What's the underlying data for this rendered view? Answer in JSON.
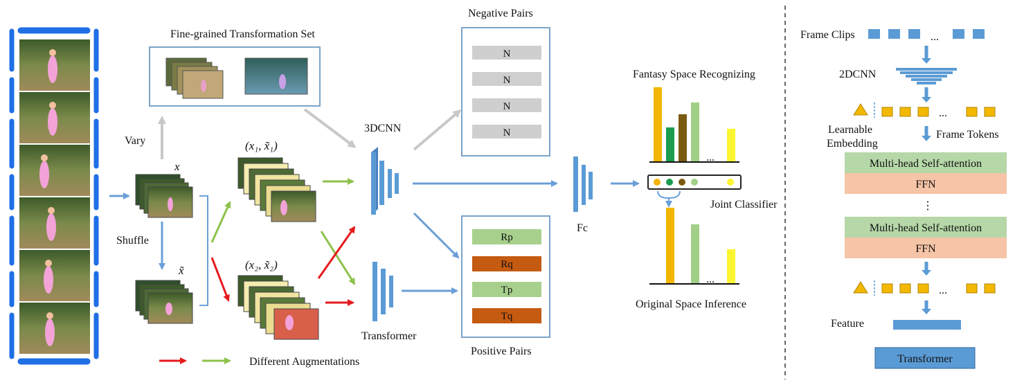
{
  "left": {
    "fine_grained_title": "Fine-grained Transformation Set",
    "vary_label": "Vary",
    "shuffle_label": "Shuffle",
    "x_label": "x",
    "x_tilde_label": "x̃",
    "pair1_label": "(x₁, x̃₁)",
    "pair2_label": "(x₂, x̃₂)",
    "legend_label": "Different Augmentations",
    "cnn3d_label": "3DCNN",
    "transformer_label": "Transformer",
    "negative_title": "Negative Pairs",
    "negative_items": [
      "N",
      "N",
      "N",
      "N"
    ],
    "positive_title": "Positive Pairs",
    "positive_items": [
      "Rp",
      "Rq",
      "Tp",
      "Tq"
    ],
    "fc_label": "Fc",
    "fantasy_title": "Fantasy Space Recognizing",
    "original_title": "Original Space Inference",
    "joint_label": "Joint Classifier",
    "ellipsis": "..."
  },
  "right": {
    "frame_clips_label": "Frame Clips",
    "cnn2d_label": "2DCNN",
    "learnable_label_1": "Learnable",
    "learnable_label_2": "Embedding",
    "frame_tokens_label": "Frame Tokens",
    "mhsa_label": "Multi-head Self-attention",
    "ffn_label": "FFN",
    "vdots": "⋮",
    "feature_label": "Feature",
    "transformer_caption": "Transformer",
    "ellipsis": "..."
  },
  "colors": {
    "blue_arrow": "#6a9fd8",
    "red_arrow": "#e5191c",
    "green_arrow": "#8cc24a",
    "gray_arrow": "#c8c8c8",
    "bar_orange": "#f2b600",
    "bar_green": "#1b9c4f",
    "bar_brown": "#7b5a10",
    "bar_lightgreen": "#a2cf87",
    "bar_yellow": "#fbf531",
    "pair_green": "#a8d08d",
    "pair_orange": "#c55a11",
    "attn_green": "#b6d7a8",
    "ffn_peach": "#f6c4a6",
    "token_orange": "#f3b800",
    "clip_blue": "#5b9bd5"
  }
}
